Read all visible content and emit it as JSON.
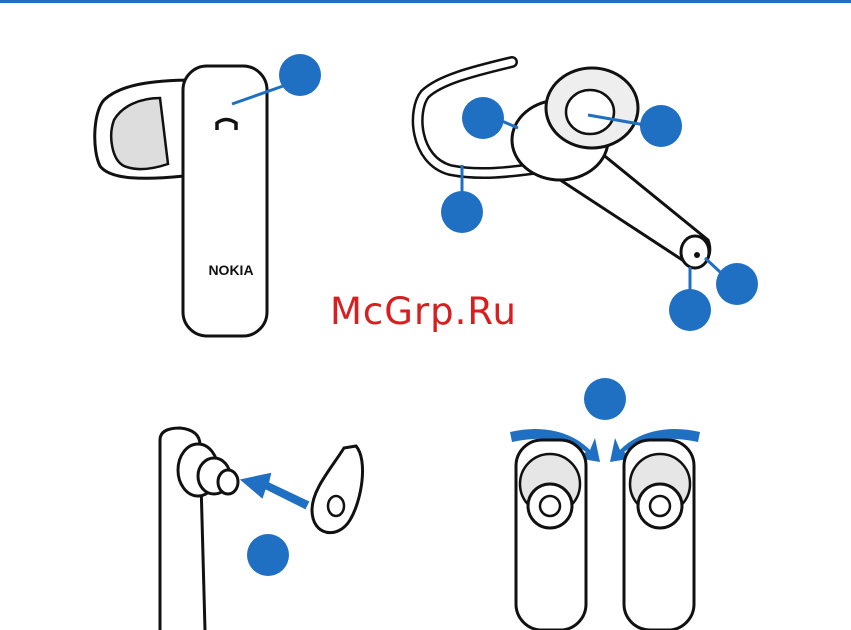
{
  "brand_text": "NOKIA",
  "watermark": "McGrp.Ru",
  "colors": {
    "accent": "#1f6fc3",
    "callout": "#1f6fc3",
    "line": "#111111",
    "fill": "#ffffff",
    "gray": "#e6e6e6",
    "watermark": "#d81e1e"
  },
  "callouts": [
    {
      "id": "top-left-panel"
    },
    {
      "id": "top-right-hook"
    },
    {
      "id": "top-right-earcap"
    },
    {
      "id": "top-right-ear-loop"
    },
    {
      "id": "top-right-end-1"
    },
    {
      "id": "top-right-end-2"
    },
    {
      "id": "bottom-left-earcap"
    },
    {
      "id": "bottom-right-swap"
    }
  ]
}
